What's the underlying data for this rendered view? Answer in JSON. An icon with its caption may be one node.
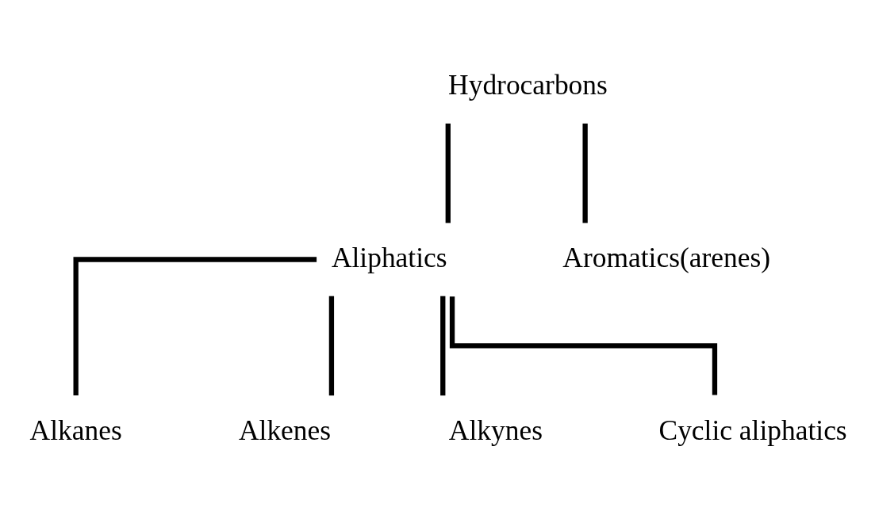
{
  "diagram": {
    "nodes": [
      {
        "text": [
          "Hydrocarbons"
        ]
      },
      {
        "text": [
          "Aliphatics"
        ]
      },
      {
        "text": [
          "Aromatics(arenes)"
        ]
      },
      {
        "text": [
          "Alkanes"
        ]
      },
      {
        "text": [
          "Alkenes"
        ]
      },
      {
        "text": [
          "Alkynes"
        ]
      },
      {
        "text": [
          "Cyclic aliphatics"
        ]
      }
    ],
    "edges": [
      {
        "from": 0,
        "to": 1,
        "arrow": "none"
      },
      {
        "from": 0,
        "to": 2,
        "arrow": "none"
      },
      {
        "from": 1,
        "to": 3,
        "arrow": "none"
      },
      {
        "from": 1,
        "to": 4,
        "arrow": "none"
      },
      {
        "from": 1,
        "to": 5,
        "arrow": "none"
      },
      {
        "from": 1,
        "to": 6,
        "arrow": "none"
      }
    ]
  }
}
